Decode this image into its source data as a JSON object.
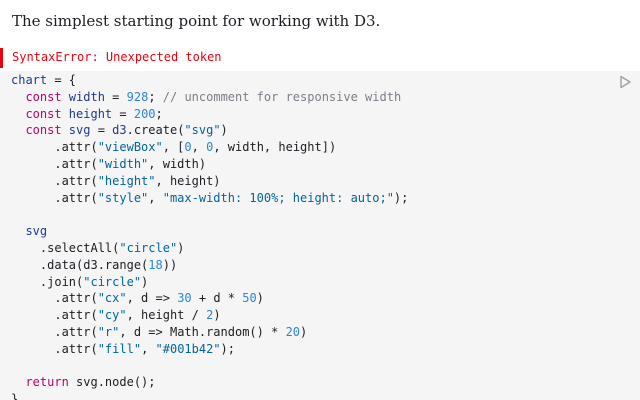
{
  "intro_text": "The simplest starting point for working with D3.",
  "error": {
    "message": "SyntaxError: Unexpected token",
    "color": "#e7040f"
  },
  "editor": {
    "background": "#f5f5f5",
    "run_icon": "play-outline-icon",
    "lines": [
      [
        {
          "t": "chart",
          "c": "def"
        },
        {
          "t": " = {",
          "c": "punc"
        }
      ],
      [
        {
          "t": "  ",
          "c": "punc"
        },
        {
          "t": "const",
          "c": "kw"
        },
        {
          "t": " width",
          "c": "def"
        },
        {
          "t": " = ",
          "c": "punc"
        },
        {
          "t": "928",
          "c": "num"
        },
        {
          "t": "; ",
          "c": "punc"
        },
        {
          "t": "// uncomment for responsive width",
          "c": "cm"
        }
      ],
      [
        {
          "t": "  ",
          "c": "punc"
        },
        {
          "t": "const",
          "c": "kw"
        },
        {
          "t": " height",
          "c": "def"
        },
        {
          "t": " = ",
          "c": "punc"
        },
        {
          "t": "200",
          "c": "num"
        },
        {
          "t": ";",
          "c": "punc"
        }
      ],
      [
        {
          "t": "  ",
          "c": "punc"
        },
        {
          "t": "const",
          "c": "kw"
        },
        {
          "t": " svg",
          "c": "def"
        },
        {
          "t": " = ",
          "c": "punc"
        },
        {
          "t": "d3",
          "c": "prop"
        },
        {
          "t": ".create(",
          "c": "punc"
        },
        {
          "t": "\"svg\"",
          "c": "str"
        },
        {
          "t": ")",
          "c": "punc"
        }
      ],
      [
        {
          "t": "      .attr(",
          "c": "punc"
        },
        {
          "t": "\"viewBox\"",
          "c": "str"
        },
        {
          "t": ", [",
          "c": "punc"
        },
        {
          "t": "0",
          "c": "num"
        },
        {
          "t": ", ",
          "c": "punc"
        },
        {
          "t": "0",
          "c": "num"
        },
        {
          "t": ", width, height])",
          "c": "punc"
        }
      ],
      [
        {
          "t": "      .attr(",
          "c": "punc"
        },
        {
          "t": "\"width\"",
          "c": "str"
        },
        {
          "t": ", width)",
          "c": "punc"
        }
      ],
      [
        {
          "t": "      .attr(",
          "c": "punc"
        },
        {
          "t": "\"height\"",
          "c": "str"
        },
        {
          "t": ", height)",
          "c": "punc"
        }
      ],
      [
        {
          "t": "      .attr(",
          "c": "punc"
        },
        {
          "t": "\"style\"",
          "c": "str"
        },
        {
          "t": ", ",
          "c": "punc"
        },
        {
          "t": "\"max-width: 100%; height: auto;\"",
          "c": "str"
        },
        {
          "t": ");",
          "c": "punc"
        }
      ],
      [
        {
          "t": "",
          "c": "punc"
        }
      ],
      [
        {
          "t": "  svg",
          "c": "def"
        }
      ],
      [
        {
          "t": "    .selectAll(",
          "c": "punc"
        },
        {
          "t": "\"circle\"",
          "c": "str"
        },
        {
          "t": ")",
          "c": "punc"
        }
      ],
      [
        {
          "t": "    .data(d3.range(",
          "c": "punc"
        },
        {
          "t": "18",
          "c": "num"
        },
        {
          "t": "))",
          "c": "punc"
        }
      ],
      [
        {
          "t": "    .join(",
          "c": "punc"
        },
        {
          "t": "\"circle\"",
          "c": "str"
        },
        {
          "t": ")",
          "c": "punc"
        }
      ],
      [
        {
          "t": "      .attr(",
          "c": "punc"
        },
        {
          "t": "\"cx\"",
          "c": "str"
        },
        {
          "t": ", d => ",
          "c": "punc"
        },
        {
          "t": "30",
          "c": "num"
        },
        {
          "t": " + d * ",
          "c": "punc"
        },
        {
          "t": "50",
          "c": "num"
        },
        {
          "t": ")",
          "c": "punc"
        }
      ],
      [
        {
          "t": "      .attr(",
          "c": "punc"
        },
        {
          "t": "\"cy\"",
          "c": "str"
        },
        {
          "t": ", height / ",
          "c": "punc"
        },
        {
          "t": "2",
          "c": "num"
        },
        {
          "t": ")",
          "c": "punc"
        }
      ],
      [
        {
          "t": "      .attr(",
          "c": "punc"
        },
        {
          "t": "\"r\"",
          "c": "str"
        },
        {
          "t": ", d => Math.random() * ",
          "c": "punc"
        },
        {
          "t": "20",
          "c": "num"
        },
        {
          "t": ")",
          "c": "punc"
        }
      ],
      [
        {
          "t": "      .attr(",
          "c": "punc"
        },
        {
          "t": "\"fill\"",
          "c": "str"
        },
        {
          "t": ", ",
          "c": "punc"
        },
        {
          "t": "\"#001b42\"",
          "c": "str"
        },
        {
          "t": ");",
          "c": "punc"
        }
      ],
      [
        {
          "t": "",
          "c": "punc"
        }
      ],
      [
        {
          "t": "  ",
          "c": "punc"
        },
        {
          "t": "return",
          "c": "kw"
        },
        {
          "t": " svg.node();",
          "c": "punc"
        }
      ],
      [
        {
          "t": "}",
          "c": "punc"
        }
      ]
    ]
  }
}
